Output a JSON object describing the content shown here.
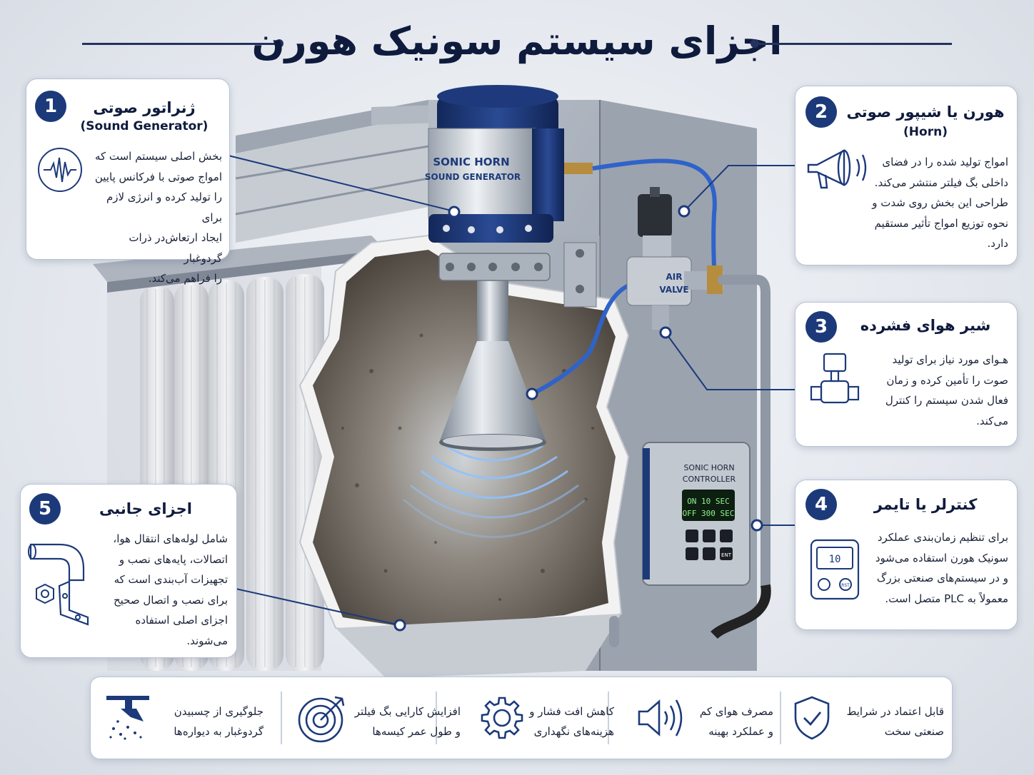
{
  "title": "اجزای سیستم سونیک هورن",
  "components": [
    {
      "number": "1",
      "title": "ژنراتور صوتی",
      "subtitle": "(Sound Generator)",
      "lines": [
        "بخش اصلی سیستم است که",
        "امواج صوتی با فرکانس پایین",
        "را تولید کرده و انرژی لازم برای",
        "ایجاد ارتعاش‌در ذرات گردوغبار",
        "را فراهم می‌کند."
      ],
      "icon": "sound-wave-icon"
    },
    {
      "number": "2",
      "title": "هورن یا شیپور صوتی",
      "subtitle": "(Horn)",
      "lines": [
        "امواج تولید شده را در فضای",
        "داخلی بگ فیلتر منتشر می‌کند.",
        "طراحی این بخش روی شدت و",
        "نحوه توزیع امواج تأثیر مستقیم",
        "دارد."
      ],
      "icon": "megaphone-icon"
    },
    {
      "number": "3",
      "title": "شیر هوای فشرده",
      "lines": [
        "هـوای مورد نیاز برای تولید",
        "صوت را تأمین کرده و زمان",
        "فعال شدن سیستم را کنترل",
        "می‌کند."
      ],
      "icon": "solenoid-valve-icon"
    },
    {
      "number": "4",
      "title": "کنترلر یا تایمر",
      "lines": [
        "برای تنظیم زمان‌بندی عملکرد",
        "سونیک هورن استفاده می‌شود",
        "و در سیستم‌های صنعتی بزرگ",
        "معمولاً به PLC متصل است."
      ],
      "icon": "timer-controller-icon"
    },
    {
      "number": "5",
      "title": "اجزای جانبی",
      "lines": [
        "شامل لوله‌های انتقال هوا،",
        "اتصالات، پایه‌های نصب و",
        "تجهیزات آب‌بندی است که",
        "برای نصب و اتصال صحیح",
        "اجزای اصلی استفاده",
        "می‌شوند."
      ],
      "icon": "pipe-fittings-icon"
    }
  ],
  "device_labels": {
    "generator_line1": "SONIC HORN",
    "generator_line2": "SOUND GENERATOR",
    "valve_line1": "AIR",
    "valve_line2": "VALVE",
    "controller_line1": "SONIC HORN",
    "controller_line2": "CONTROLLER",
    "display_row1": "ON   10 SEC",
    "display_row2": "OFF 300 SEC",
    "key_enter": "ENT",
    "timer_display": "10",
    "timer_key": "RST"
  },
  "benefits": [
    {
      "lines": [
        "قابل اعتماد در شرایط",
        "صنعتی سخت"
      ],
      "icon": "shield-check-icon"
    },
    {
      "lines": [
        "مصرف هوای کم",
        "و عملکرد بهینه"
      ],
      "icon": "speaker-icon"
    },
    {
      "lines": [
        "کاهش افت فشار و",
        "هزینه‌های نگهداری"
      ],
      "icon": "gear-icon"
    },
    {
      "lines": [
        "افزایش کارایی بگ فیلتر",
        "و طول عمر کیسه‌ها"
      ],
      "icon": "target-icon"
    },
    {
      "lines": [
        "جلوگیری از چسبیدن",
        "گردوغبار به دیواره‌ها"
      ],
      "icon": "dust-spray-icon"
    }
  ],
  "colors": {
    "navy": "#1c3a7a",
    "title": "#0f1b3d",
    "steel": "#a9b1bc",
    "hose": "#2f63c9"
  }
}
